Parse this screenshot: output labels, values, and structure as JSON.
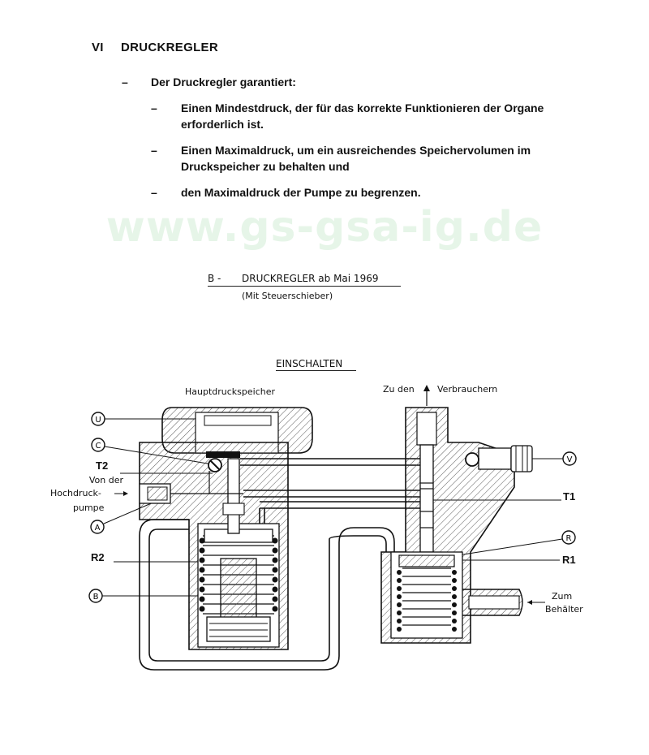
{
  "section": {
    "number": "VI",
    "title": "DRUCKREGLER"
  },
  "intro": {
    "dash": "–",
    "text": "Der Druckregler garantiert:"
  },
  "items": [
    {
      "dash": "–",
      "line1": "Einen Mindestdruck, der für das korrekte Funktionieren der Organe",
      "line2": "erforderlich ist."
    },
    {
      "dash": "–",
      "line1": "Einen Maximaldruck, um ein ausreichendes Speichervolumen im",
      "line2": "Druckspeicher zu behalten und"
    },
    {
      "dash": "–",
      "line1": "den Maximaldruck der Pumpe zu begrenzen.",
      "line2": ""
    }
  ],
  "watermark": "www.gs-gsa-ig.de",
  "figure": {
    "caption_prefix": "B -",
    "caption_title": "DRUCKREGLER ab Mai 1969",
    "caption_sub": "(Mit Steuerschieber)",
    "mode": "EINSCHALTEN",
    "labels": {
      "hauptdruckspeicher": "Hauptdruckspeicher",
      "zu_den": "Zu den",
      "verbrauchern": "Verbrauchern",
      "u": "U",
      "c": "C",
      "t2": "T2",
      "von_der": "Von der",
      "hochdruck": "Hochdruck-",
      "pumpe": "pumpe",
      "a": "A",
      "r2": "R2",
      "b": "B",
      "v": "V",
      "t1": "T1",
      "r": "R",
      "r1": "R1",
      "zum": "Zum",
      "behaelter": "Behälter"
    }
  }
}
